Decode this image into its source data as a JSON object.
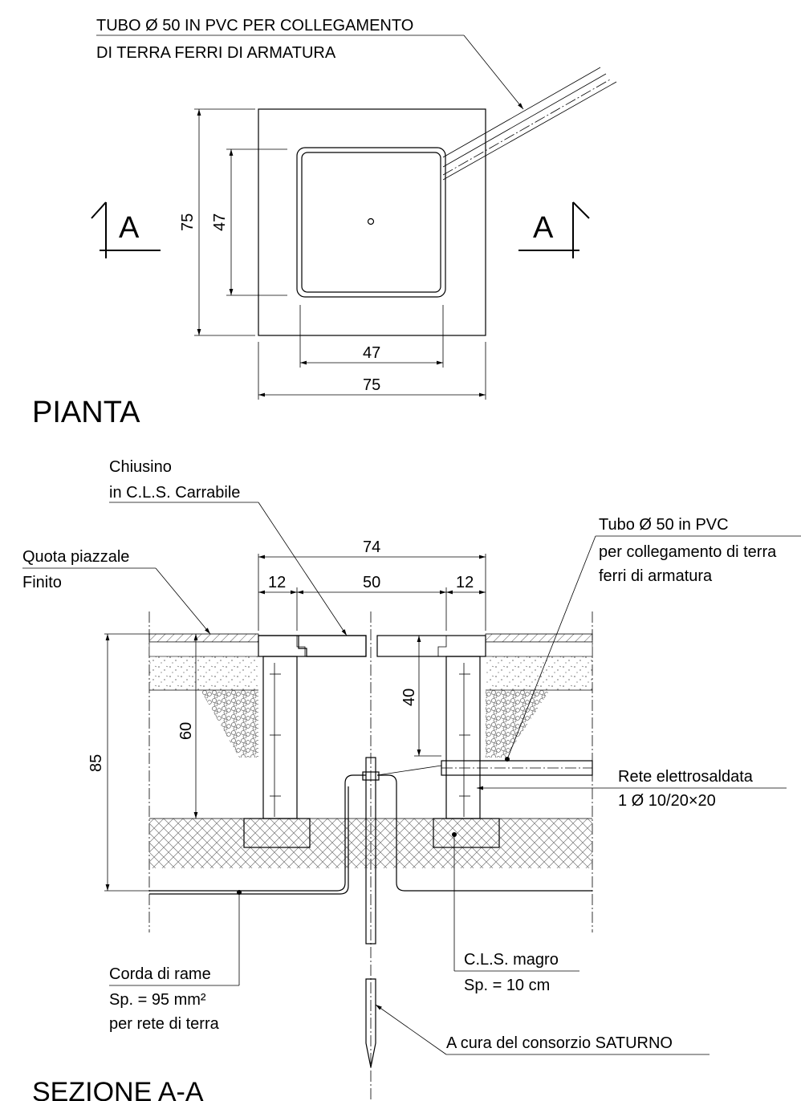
{
  "plan": {
    "pipe_note_line1": "TUBO Ø 50 IN PVC PER COLLEGAMENTO",
    "pipe_note_line2": "DI TERRA FERRI DI ARMATURA",
    "dim_outer_v": "75",
    "dim_inner_v": "47",
    "dim_inner_h": "47",
    "dim_outer_h": "75",
    "section_mark_left": "A",
    "section_mark_right": "A",
    "title": "PIANTA"
  },
  "section": {
    "cover_note_line1": "Chiusino",
    "cover_note_line2": "in C.L.S. Carrabile",
    "ground_note_line1": "Quota piazzale",
    "ground_note_line2": "Finito",
    "pipe_note_line1": "Tubo Ø 50 in PVC",
    "pipe_note_line2": "per collegamento di terra",
    "pipe_note_line3": "ferri di armatura",
    "dim_total_width": "74",
    "dim_wall_left": "12",
    "dim_inner_width": "50",
    "dim_wall_right": "12",
    "dim_depth_total": "85",
    "dim_depth_wall": "60",
    "dim_depth_pipe": "40",
    "mesh_note_line1": "Rete elettrosaldata",
    "mesh_note_line2": "1 Ø 10/20×20",
    "base_note_line1": "C.L.S. magro",
    "base_note_line2": "Sp. = 10 cm",
    "cable_note_line1": "Corda di rame",
    "cable_note_line2": "Sp. = 95 mm²",
    "cable_note_line3": "per rete di terra",
    "rod_note": "A cura del consorzio SATURNO",
    "title": "SEZIONE A-A"
  }
}
